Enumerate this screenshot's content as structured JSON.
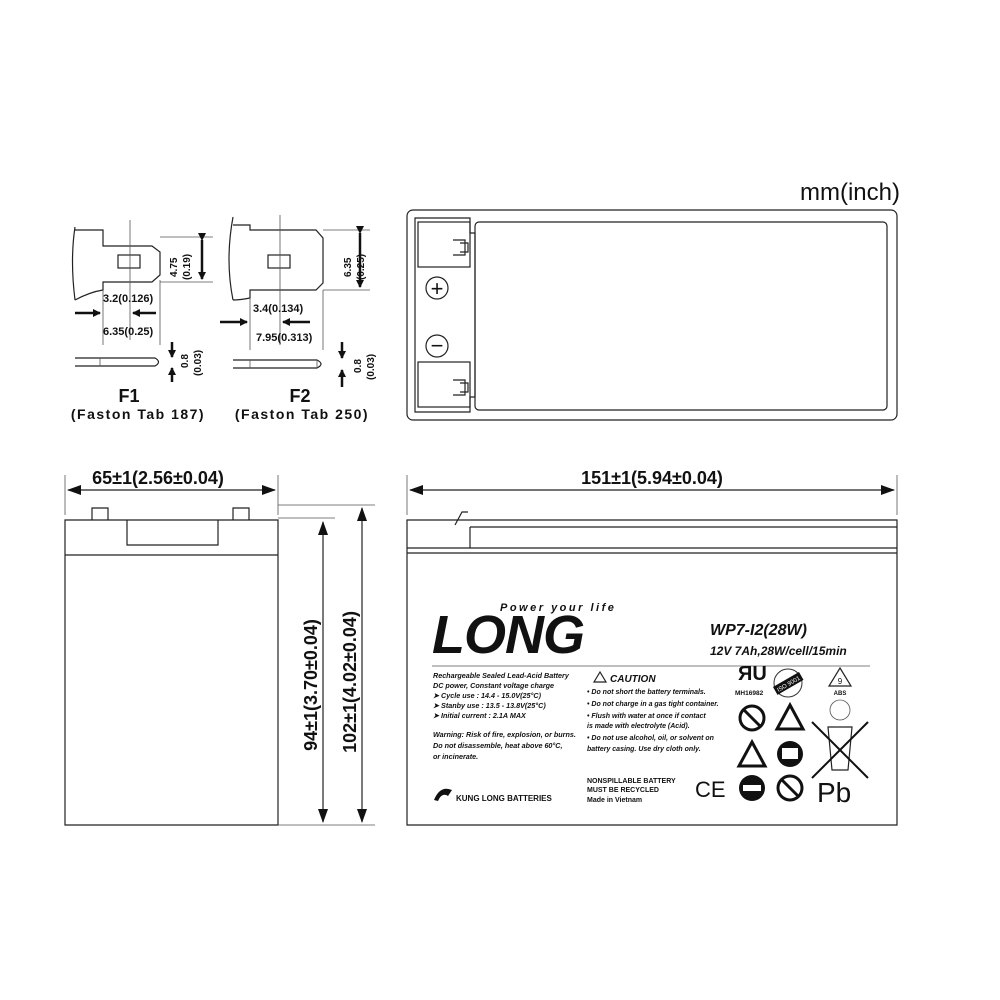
{
  "units": "mm(inch)",
  "terminals": {
    "f1": {
      "name": "F1",
      "subtitle": "(Faston Tab 187)",
      "height": "4.75",
      "height_in": "(0.19)",
      "inner": "3.2(0.126)",
      "width": "6.35(0.25)",
      "thick": "0.8",
      "thick_in": "(0.03)"
    },
    "f2": {
      "name": "F2",
      "subtitle": "(Faston Tab 250)",
      "height": "6.35",
      "height_in": "(0.25)",
      "inner": "3.4(0.134)",
      "width": "7.95(0.313)",
      "thick": "0.8",
      "thick_in": "(0.03)"
    }
  },
  "top_view": {
    "plus": "+",
    "minus": "−"
  },
  "dimensions": {
    "width": "65±1(2.56±0.04)",
    "length": "151±1(5.94±0.04)",
    "height": "94±1(3.70±0.04)",
    "total_height": "102±1(4.02±0.04)"
  },
  "label": {
    "tagline": "Power your life",
    "brand": "LONG",
    "model": "WP7-I2(28W)",
    "rating": "12V 7Ah,28W/cell/15min",
    "spec_lines": [
      "Rechargeable Sealed Lead-Acid Battery",
      "DC power, Constant voltage charge",
      "➤ Cycle use      : 14.4 - 15.0V(25°C)",
      "➤ Stanby use    : 13.5 - 13.8V(25°C)",
      "➤ Initial current : 2.1A MAX"
    ],
    "warning_lines": [
      "Warning: Risk of fire, explosion, or burns.",
      "Do not disassemble, heat above 60°C,",
      "or incinerate."
    ],
    "caution_title": "CAUTION",
    "caution_lines": [
      "• Do not short the battery terminals.",
      "• Do not charge in a gas tight container.",
      "• Flush with water at once if contact",
      "   is made with electrolyte (Acid).",
      "• Do not use alcohol, oil, or solvent on",
      "   battery casing. Use dry cloth only."
    ],
    "maker": "KUNG LONG BATTERIES",
    "recycle_lines": [
      "NONSPILLABLE BATTERY",
      "MUST BE RECYCLED",
      "Made in Vietnam"
    ],
    "ul_code": "MH16982",
    "iso": "ISO 9001",
    "abs_num": "9",
    "abs": "ABS",
    "ce": "CE",
    "pb": "Pb"
  }
}
